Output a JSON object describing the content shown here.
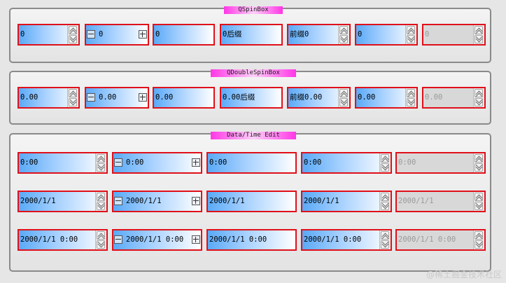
{
  "groups": {
    "spin_title": "QSpinBox",
    "double_title": "QDoubleSpinBox",
    "datetime_title": "Data/Time Edit"
  },
  "spin": [
    "0",
    "0",
    "0",
    "0后缀",
    "前缀0",
    "0",
    "0"
  ],
  "double": [
    "0.00",
    "0.00",
    "0.00",
    "0.00后缀",
    "前缀0.00",
    "0.00",
    "0.00"
  ],
  "time": [
    "0:00",
    "0:00",
    "0:00",
    "0:00",
    "0:00"
  ],
  "date": [
    "2000/1/1",
    "2000/1/1",
    "2000/1/1",
    "2000/1/1",
    "2000/1/1"
  ],
  "datetime": [
    "2000/1/1 0:00",
    "2000/1/1 0:00",
    "2000/1/1 0:00",
    "2000/1/1 0:00",
    "2000/1/1 0:00"
  ],
  "watermark": "@稀土掘金技术社区",
  "colors": {
    "border": "#e0101a",
    "gradient_start": "#5aa9f6",
    "title_bg": "#ff36e6"
  }
}
